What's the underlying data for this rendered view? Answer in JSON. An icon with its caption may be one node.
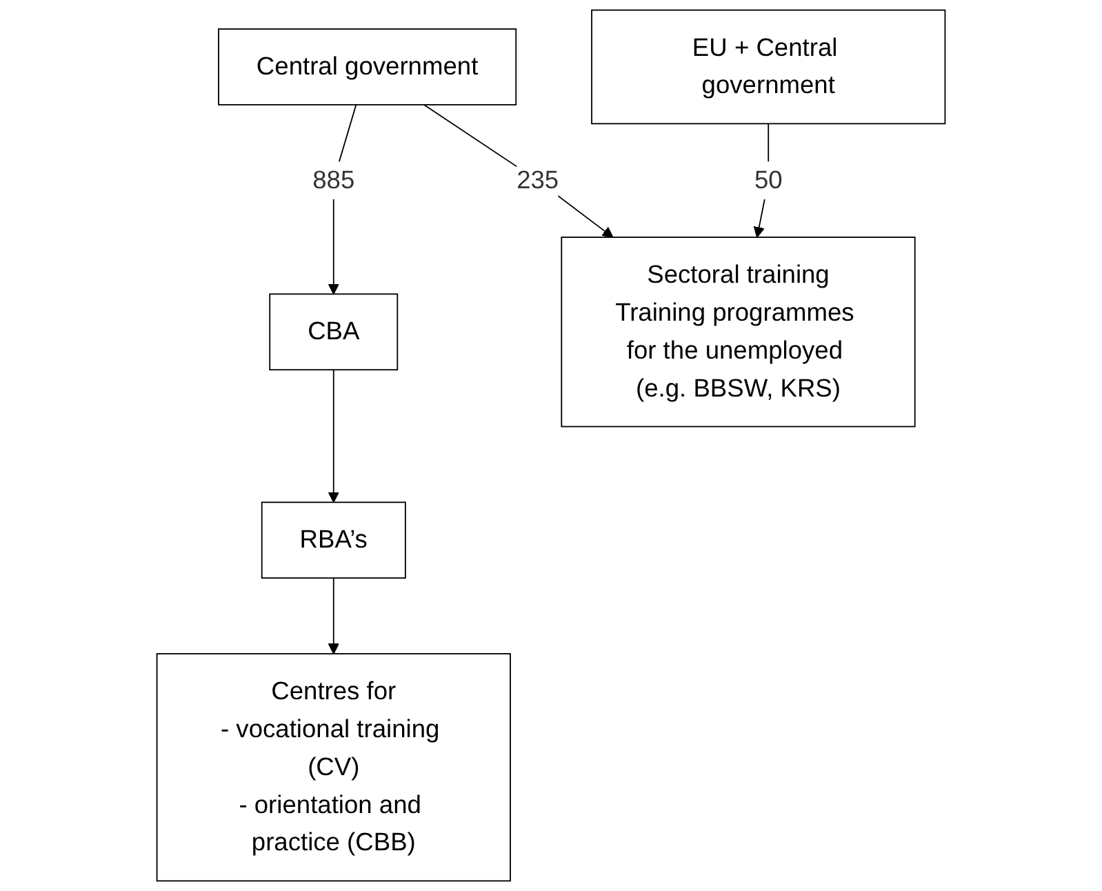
{
  "diagram": {
    "nodes": [
      {
        "text": [
          "Central government"
        ]
      },
      {
        "text": [
          "EU + Central government"
        ]
      },
      {
        "text": [
          "CBA"
        ]
      },
      {
        "text": [
          "Sectoral training",
          "Training programmes for the unemployed (e.g. BBSW, KRS)"
        ]
      },
      {
        "text": [
          "RBA’s"
        ]
      },
      {
        "text": [
          "Centres for",
          "- vocational training (CV)",
          "- orientation and practice (CBB)"
        ]
      }
    ],
    "edges": [
      {
        "from": 0,
        "to": 2,
        "arrow": "to",
        "label": "885"
      },
      {
        "from": 0,
        "to": 3,
        "arrow": "to",
        "label": "235"
      },
      {
        "from": 1,
        "to": 3,
        "arrow": "to",
        "label": "50"
      },
      {
        "from": 2,
        "to": 4,
        "arrow": "to"
      },
      {
        "from": 4,
        "to": 5,
        "arrow": "to"
      }
    ]
  }
}
